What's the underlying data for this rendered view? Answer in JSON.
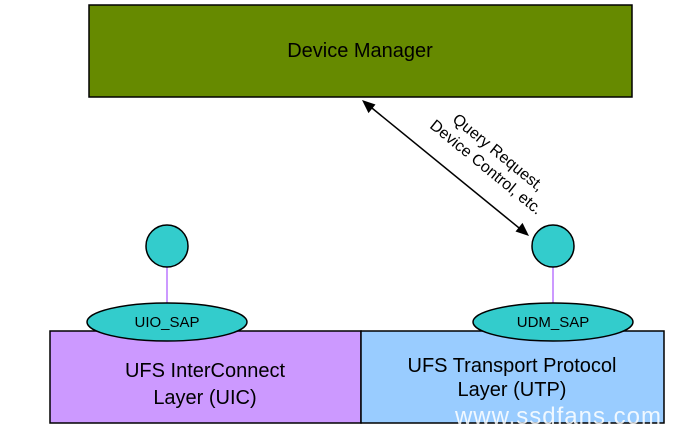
{
  "colors": {
    "device_manager_fill": "#668a00",
    "uic_fill": "#cc99ff",
    "utp_fill": "#99ccff",
    "sap_fill": "#33cccc",
    "sap_connector": "#cc99ff",
    "outline": "#000000"
  },
  "device_manager": {
    "label": "Device Manager"
  },
  "arrow": {
    "label_line1": "Query Request,",
    "label_line2": "Device Control, etc."
  },
  "uic_layer": {
    "line1": "UFS InterConnect",
    "line2": "Layer (UIC)",
    "sap_label": "UIO_SAP"
  },
  "utp_layer": {
    "line1": "UFS Transport  Protocol",
    "line2": "Layer (UTP)",
    "sap_label": "UDM_SAP"
  },
  "watermark": {
    "text": "www.ssdfans.com"
  }
}
